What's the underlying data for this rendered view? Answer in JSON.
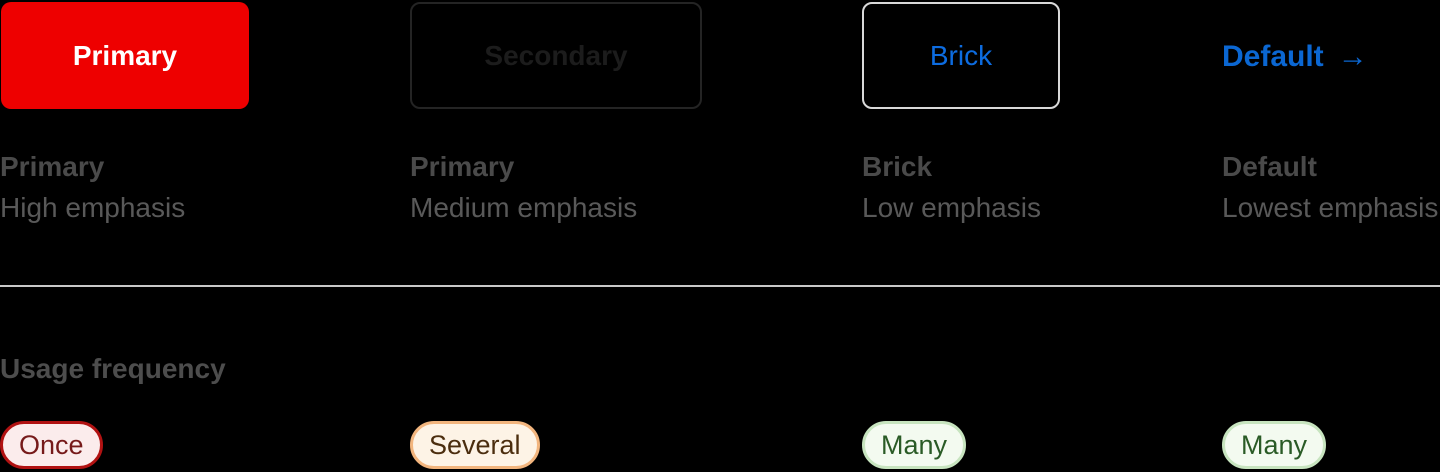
{
  "usage_section": {
    "title": "Usage frequency"
  },
  "icons": {
    "arrow_right": "→"
  },
  "variants": [
    {
      "button_label": "Primary",
      "name": "Primary",
      "emphasis": "High emphasis",
      "usage": "Once"
    },
    {
      "button_label": "Secondary",
      "name": "Primary",
      "emphasis": "Medium emphasis",
      "usage": "Several"
    },
    {
      "button_label": "Brick",
      "name": "Brick",
      "emphasis": "Low emphasis",
      "usage": "Many"
    },
    {
      "button_label": "Default",
      "name": "Default",
      "emphasis": "Lowest emphasis",
      "usage": "Many"
    }
  ],
  "colors": {
    "background": "#000000",
    "primary_button_bg": "#ee0000",
    "primary_button_text": "#ffffff",
    "secondary_border": "#242424",
    "secondary_text": "#1c1c1c",
    "brick_border": "#d9d9d9",
    "brick_text": "#0d6ce0",
    "default_link_text": "#0b67d2",
    "label_name_text": "#4a4a4a",
    "label_emphasis_text": "#595959",
    "divider": "#c9c9c9",
    "badge_once": {
      "bg": "#fbecec",
      "border": "#b11212",
      "text": "#761a1a"
    },
    "badge_several": {
      "bg": "#fdf3e6",
      "border": "#f2b57e",
      "text": "#4b2d0e"
    },
    "badge_many": {
      "bg": "#f3faf0",
      "border": "#c7e4bf",
      "text": "#2a5b26"
    }
  }
}
